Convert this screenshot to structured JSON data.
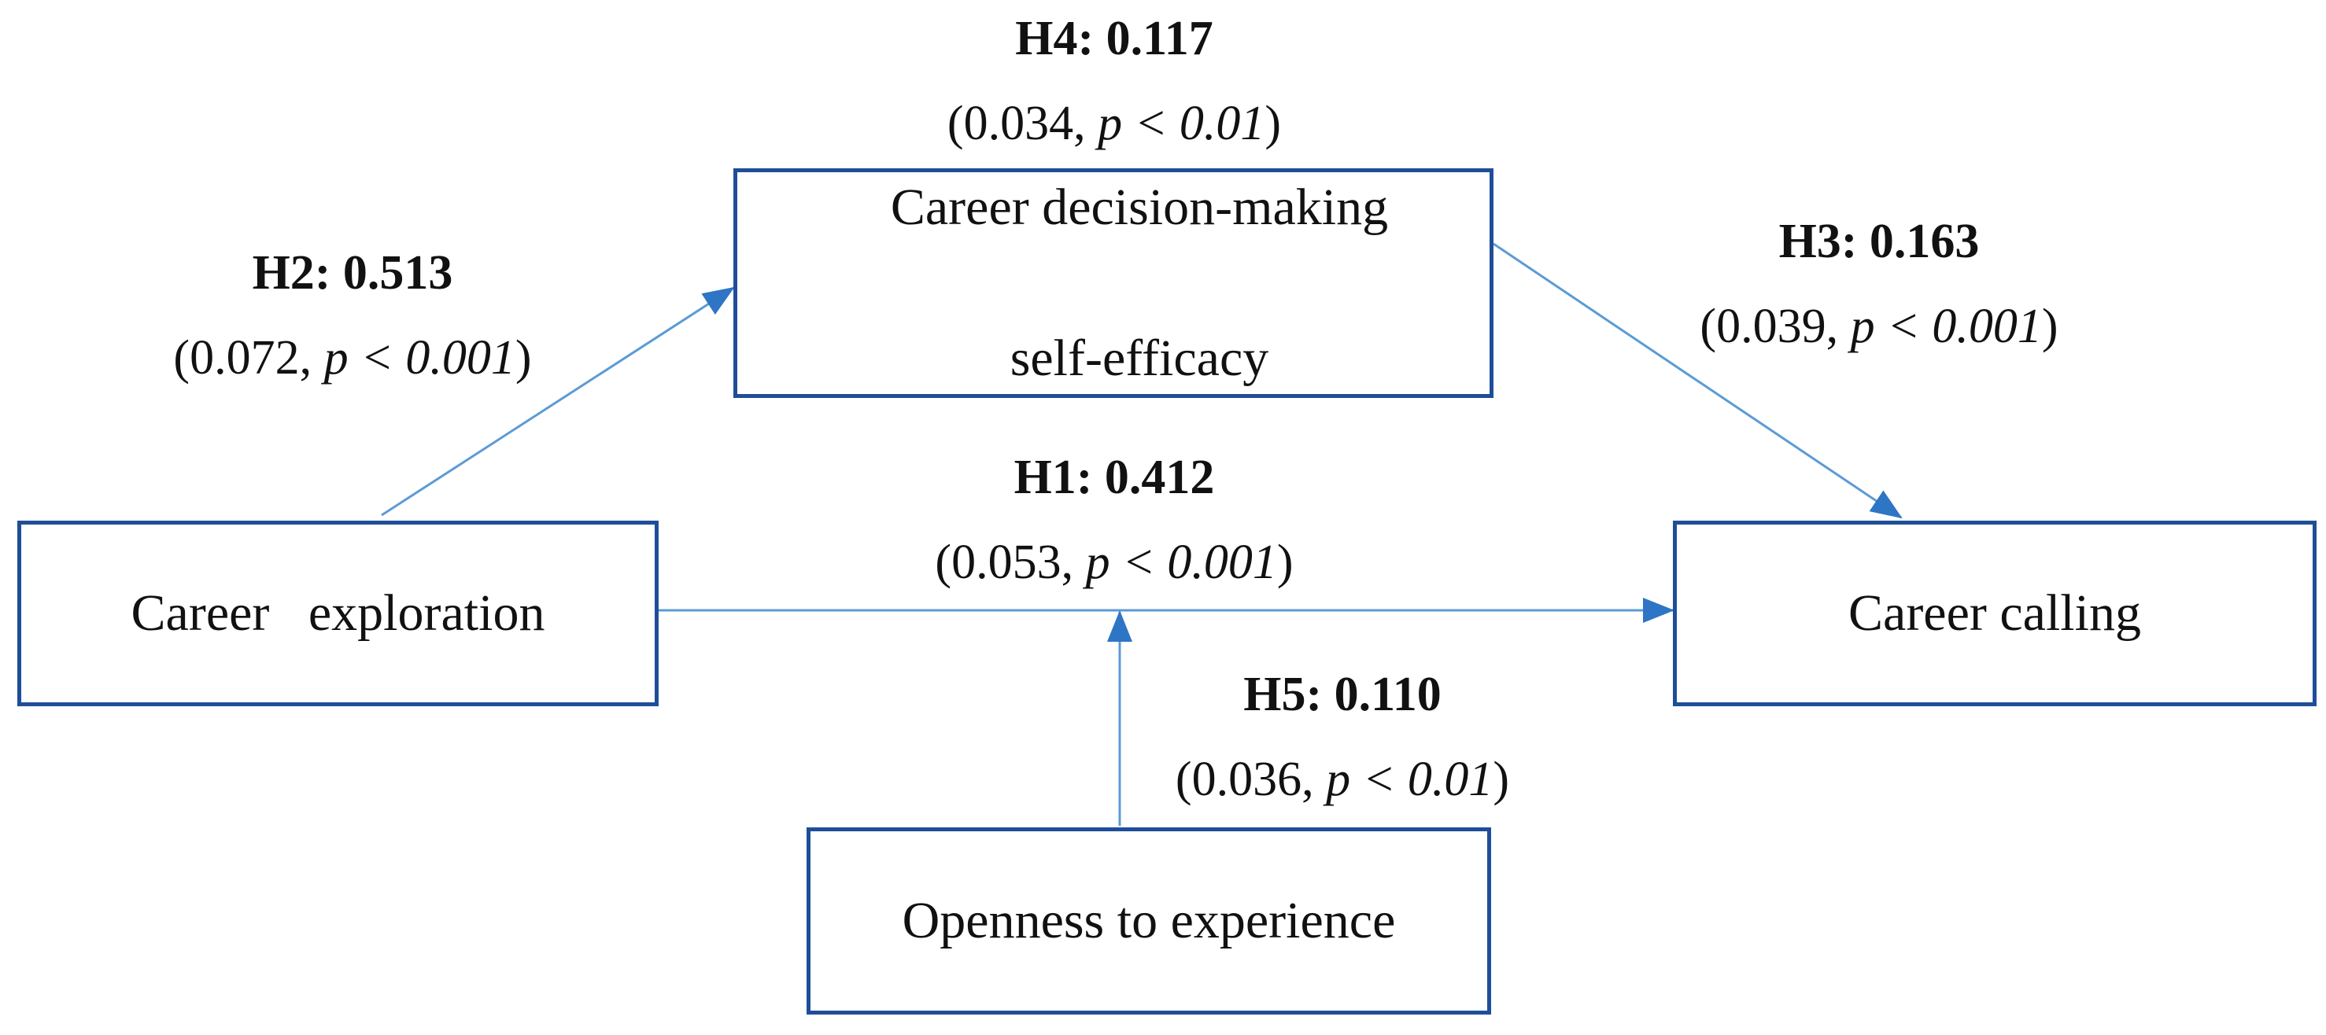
{
  "nodes": {
    "career_exploration": "Career   exploration",
    "self_efficacy_line1": "Career decision-making",
    "self_efficacy_line2": "self-efficacy",
    "career_calling": "Career calling",
    "openness": "Openness to experience"
  },
  "paths": {
    "h1": {
      "coef": "H1: 0.412",
      "se": "0.053",
      "p": "p < 0.001"
    },
    "h2": {
      "coef": "H2: 0.513",
      "se": "0.072",
      "p": "p < 0.001"
    },
    "h3": {
      "coef": "H3: 0.163",
      "se": "0.039",
      "p": "p < 0.001"
    },
    "h4": {
      "coef": "H4: 0.117",
      "se": "0.034",
      "p": "p < 0.01"
    },
    "h5": {
      "coef": "H5: 0.110",
      "se": "0.036",
      "p": "p < 0.01"
    }
  },
  "colors": {
    "box_border": "#1f4e99",
    "arrow": "#5b9bd5",
    "arrow_head": "#2e75c6"
  }
}
